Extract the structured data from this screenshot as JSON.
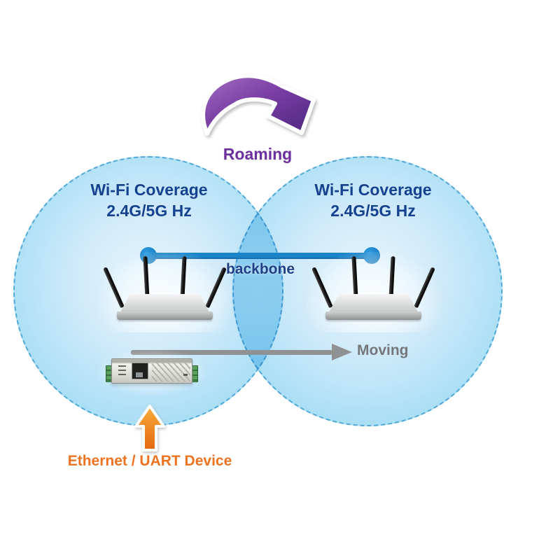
{
  "labels": {
    "roaming": "Roaming",
    "backbone": "backbone",
    "moving": "Moving",
    "device": "Ethernet / UART Device"
  },
  "coverage_areas": [
    {
      "side": "left",
      "title": "Wi-Fi Coverage",
      "subtitle": "2.4G/5G Hz"
    },
    {
      "side": "right",
      "title": "Wi-Fi Coverage",
      "subtitle": "2.4G/5G Hz"
    }
  ],
  "icons": [
    "roaming-curved-arrow-icon",
    "wifi-router-icon",
    "wifi-router-icon",
    "backbone-link-line",
    "moving-arrow-icon",
    "ethernet-uart-device-icon",
    "up-arrow-icon"
  ],
  "colors": {
    "navy": "#15418e",
    "roaming-purple": "#6b2f9e",
    "backbone-blue": "#1b84c8",
    "moving-gray": "#8f9193",
    "moving-text": "#75767a",
    "orange": "#ee7321",
    "coverage-center": "#e6f5fd",
    "coverage-edge": "#97d4f1",
    "coverage-dash": "#4fa8d8",
    "arrow-purple-light": "#a36cc0",
    "arrow-purple-dark": "#4c2680",
    "arrow-orange-light": "#f9ae3c",
    "arrow-orange-dark": "#e3670e"
  }
}
